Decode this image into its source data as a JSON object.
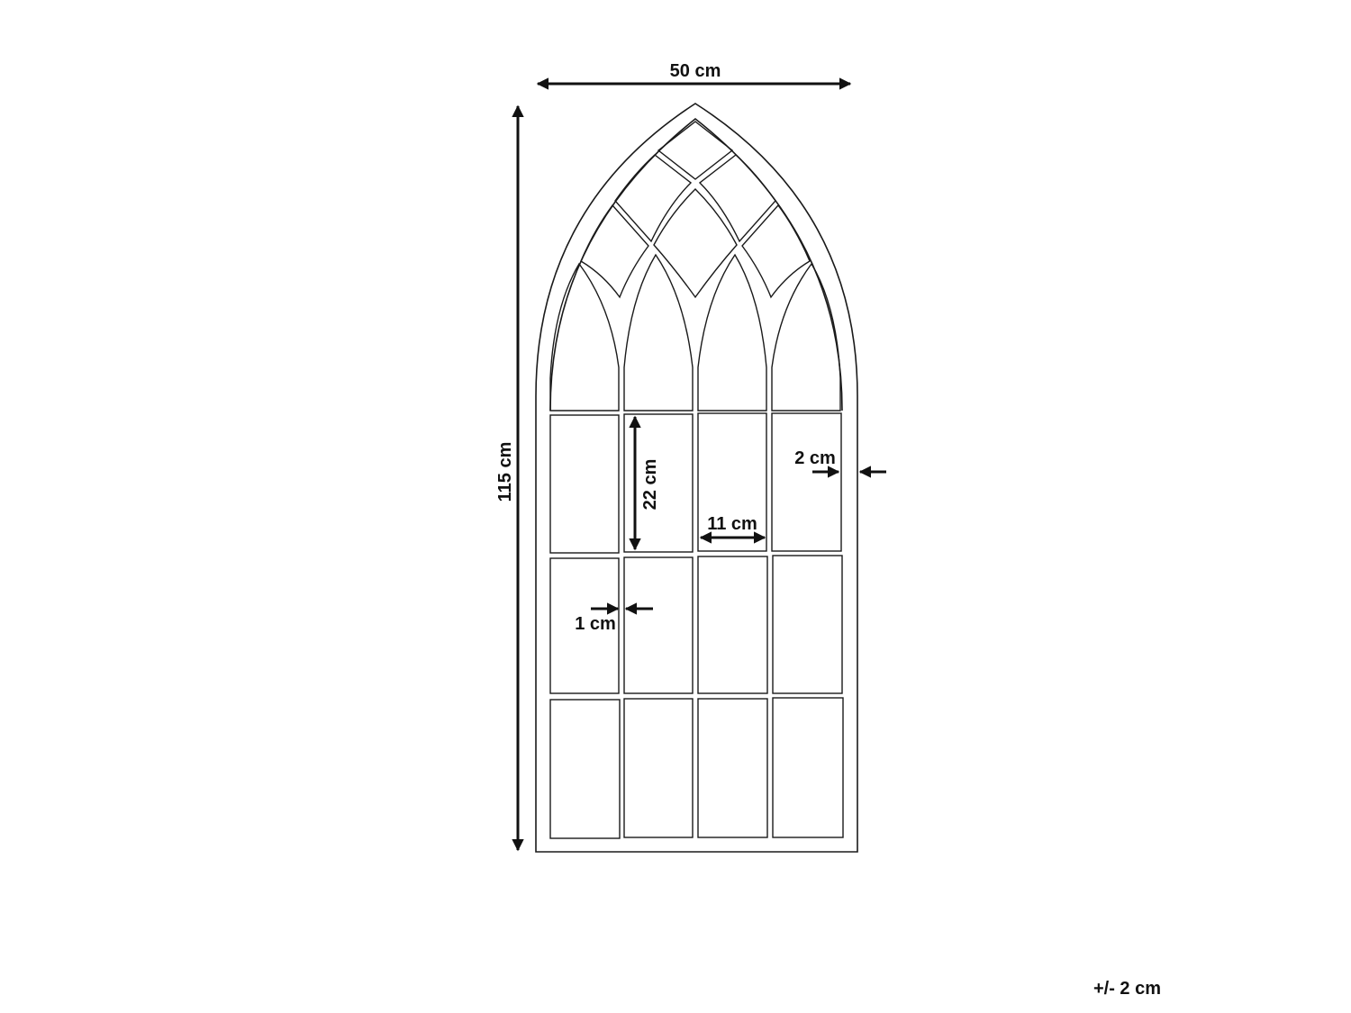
{
  "dimensions": {
    "width": "50 cm",
    "height": "115 cm",
    "pane_height": "22 cm",
    "pane_width": "11 cm",
    "frame_border": "2 cm",
    "mullion": "1 cm"
  },
  "tolerance": "+/- 2 cm",
  "colors": {
    "line": "#1a1a1a",
    "background": "#ffffff"
  }
}
